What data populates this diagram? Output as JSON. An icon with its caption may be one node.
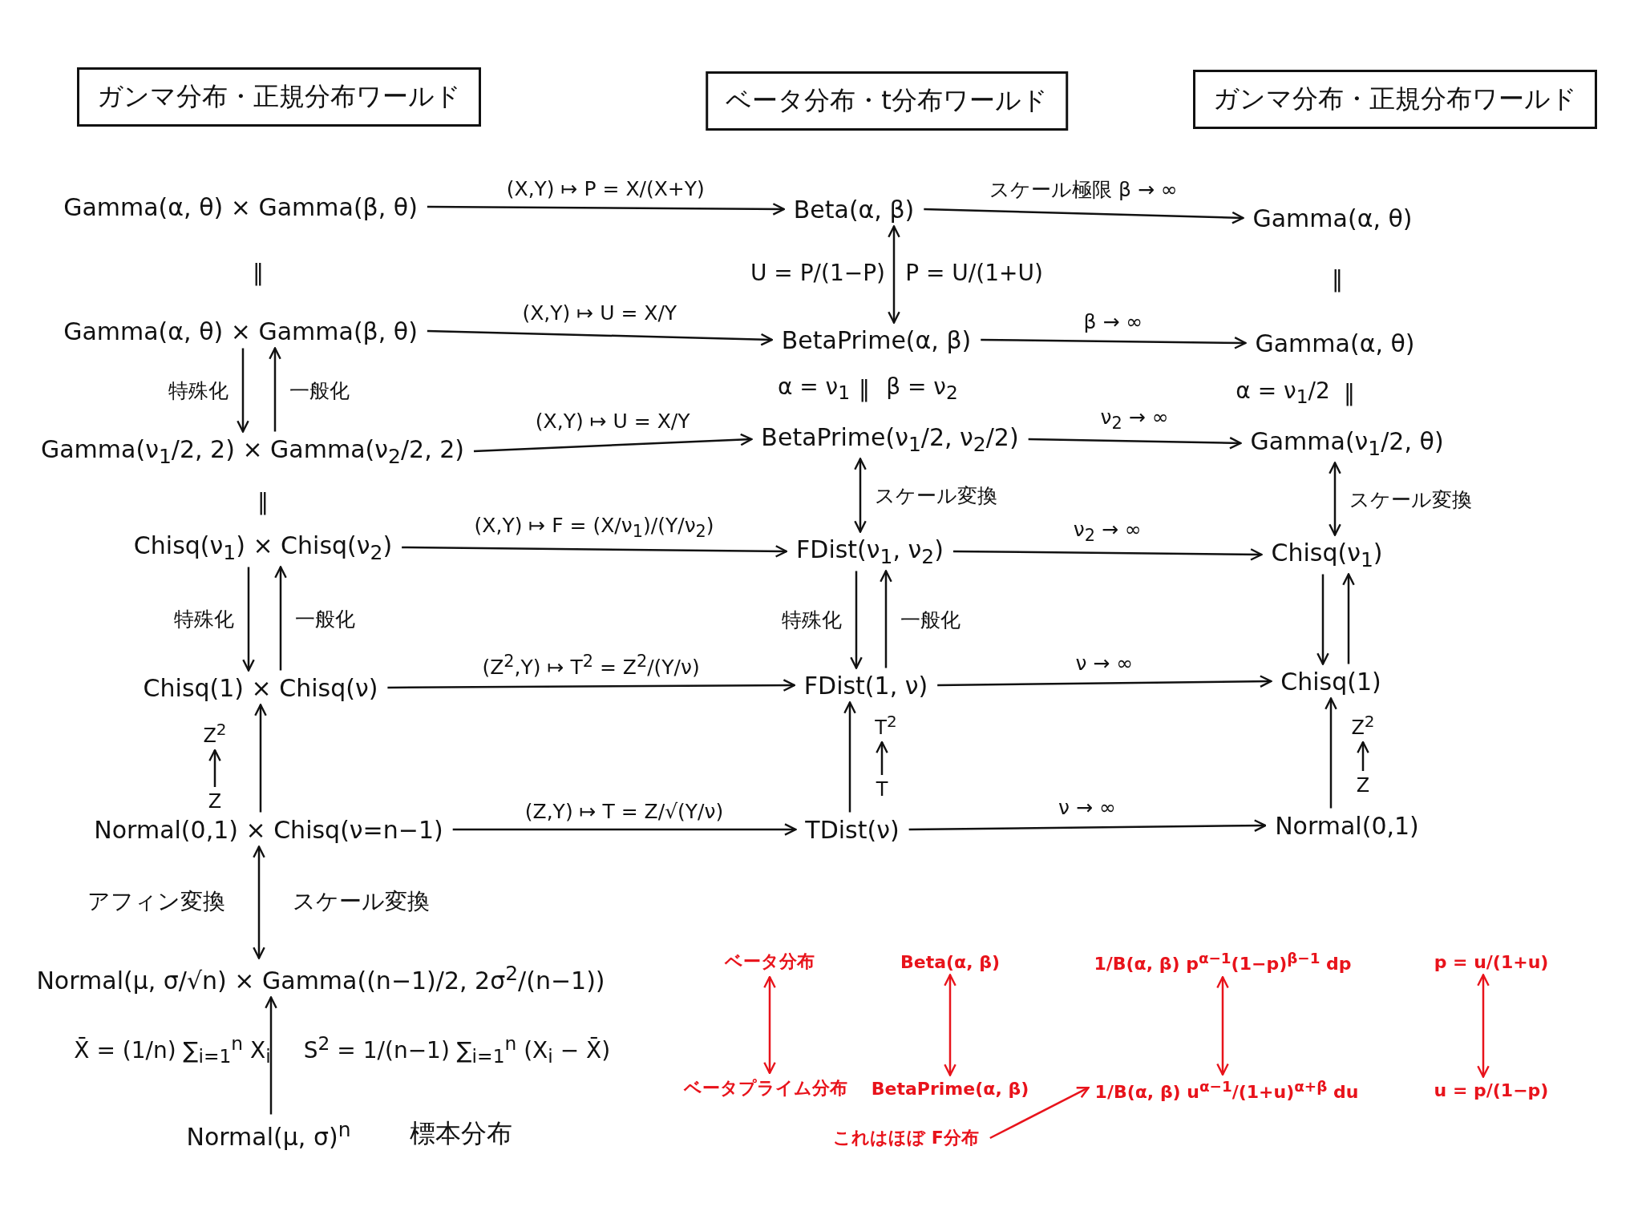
{
  "diagram": {
    "nodes": [
      {
        "text": [
          "ガンマ分布・正規分布ワールド"
        ]
      },
      {
        "text": [
          "ベータ分布・t分布ワールド"
        ]
      },
      {
        "text": [
          "ガンマ分布・正規分布ワールド"
        ]
      },
      {
        "text": [
          "Gamma(α, θ) × Gamma(β, θ)"
        ]
      },
      {
        "text": [
          "Beta(α, β)"
        ]
      },
      {
        "text": [
          "Gamma(α, θ)"
        ]
      },
      {
        "text": [
          "Gamma(α, θ) × Gamma(β, θ)"
        ]
      },
      {
        "text": [
          "BetaPrime(α, β)"
        ]
      },
      {
        "text": [
          "Gamma(α, θ)"
        ]
      },
      {
        "text": [
          "Gamma(ν$_{1}$/2, 2) × Gamma(ν$_{2}$/2, 2)"
        ]
      },
      {
        "text": [
          "BetaPrime(ν$_{1}$/2, ν$_{2}$/2)"
        ]
      },
      {
        "text": [
          "Gamma(ν$_{1}$/2, θ)"
        ]
      },
      {
        "text": [
          "Chisq(ν$_{1}$) × Chisq(ν$_{2}$)"
        ]
      },
      {
        "text": [
          "FDist(ν$_{1}$, ν$_{2}$)"
        ]
      },
      {
        "text": [
          "Chisq(ν$_{1}$)"
        ]
      },
      {
        "text": [
          "Chisq(1) × Chisq(ν)"
        ]
      },
      {
        "text": [
          "FDist(1, ν)"
        ]
      },
      {
        "text": [
          "Chisq(1)"
        ]
      },
      {
        "text": [
          "Normal(0,1) × Chisq(ν=n−1)"
        ]
      },
      {
        "text": [
          "TDist(ν)"
        ]
      },
      {
        "text": [
          "Normal(0,1)"
        ]
      },
      {
        "text": [
          "Normal(μ, σ/√n) × Gamma((n−1)/2, 2σ$^{2}$/(n−1))"
        ]
      },
      {
        "text": [
          "Normal(μ, σ)$^{n}$"
        ],
        "beside": [
          "標本分布"
        ]
      },
      {
        "text": [
          "ベータ分布"
        ]
      },
      {
        "text": [
          "ベータプライム分布"
        ]
      },
      {
        "text": [
          "Beta(α, β)"
        ]
      },
      {
        "text": [
          "BetaPrime(α, β)"
        ]
      },
      {
        "text": [
          "1/B(α, β) p$^{α−1}$(1−p)$^{β−1}$ dp"
        ]
      },
      {
        "text": [
          "1/B(α, β) u$^{α−1}$/(1+u)$^{α+β}$ du"
        ]
      },
      {
        "text": [
          "p = u/(1+u)"
        ]
      },
      {
        "text": [
          "u = p/(1−p)"
        ]
      },
      {
        "text": [
          "これはほぼ F分布"
        ]
      },
      {
        "text": [
          "Z$^{2}$"
        ]
      },
      {
        "text": [
          "Z"
        ]
      },
      {
        "text": [
          "T$^{2}$"
        ]
      },
      {
        "text": [
          "T"
        ]
      },
      {
        "text": [
          "Z$^{2}$"
        ]
      },
      {
        "text": [
          "Z"
        ]
      }
    ],
    "edges": [
      {
        "from": 3,
        "to": 4,
        "arrow": "to",
        "label": "(X,Y) ↦ P = X/(X+Y)"
      },
      {
        "from": 4,
        "to": 5,
        "arrow": "to",
        "label": "スケール極限 β → ∞"
      },
      {
        "from": 4,
        "to": 7,
        "arrow": "both"
      },
      {
        "from": 6,
        "to": 7,
        "arrow": "to",
        "label": "(X,Y) ↦ U = X/Y"
      },
      {
        "from": 7,
        "to": 8,
        "arrow": "to",
        "label": "β → ∞"
      },
      {
        "from": 6,
        "to": 9,
        "arrow": "to",
        "label": "特殊化"
      },
      {
        "from": 9,
        "to": 6,
        "arrow": "to",
        "label": "一般化"
      },
      {
        "from": 9,
        "to": 10,
        "arrow": "to",
        "label": "(X,Y) ↦ U = X/Y"
      },
      {
        "from": 10,
        "to": 11,
        "arrow": "to",
        "label": "ν$_{2}$ → ∞"
      },
      {
        "from": 10,
        "to": 13,
        "arrow": "both",
        "label": "スケール変換"
      },
      {
        "from": 11,
        "to": 14,
        "arrow": "both",
        "label": "スケール変換"
      },
      {
        "from": 12,
        "to": 13,
        "arrow": "to",
        "label": "(X,Y) ↦ F = (X/ν$_{1}$)/(Y/ν$_{2}$)"
      },
      {
        "from": 13,
        "to": 14,
        "arrow": "to",
        "label": "ν$_{2}$ → ∞"
      },
      {
        "from": 12,
        "to": 15,
        "arrow": "to",
        "label": "特殊化"
      },
      {
        "from": 15,
        "to": 12,
        "arrow": "to",
        "label": "一般化"
      },
      {
        "from": 13,
        "to": 16,
        "arrow": "to",
        "label": "特殊化"
      },
      {
        "from": 16,
        "to": 13,
        "arrow": "to",
        "label": "一般化"
      },
      {
        "from": 14,
        "to": 17,
        "arrow": "to"
      },
      {
        "from": 17,
        "to": 14,
        "arrow": "to"
      },
      {
        "from": 15,
        "to": 16,
        "arrow": "to",
        "label": "(Z$^{2}$,Y) ↦ T$^{2}$ = Z$^{2}$/(Y/ν)"
      },
      {
        "from": 16,
        "to": 17,
        "arrow": "to",
        "label": "ν → ∞"
      },
      {
        "from": 18,
        "to": 15,
        "arrow": "to"
      },
      {
        "from": 33,
        "to": 32,
        "arrow": "to"
      },
      {
        "from": 18,
        "to": 19,
        "arrow": "to",
        "label": "(Z,Y) ↦ T = Z/√(Y/ν)"
      },
      {
        "from": 19,
        "to": 16,
        "arrow": "to"
      },
      {
        "from": 35,
        "to": 34,
        "arrow": "to"
      },
      {
        "from": 19,
        "to": 20,
        "arrow": "to",
        "label": "ν → ∞"
      },
      {
        "from": 20,
        "to": 17,
        "arrow": "to"
      },
      {
        "from": 37,
        "to": 36,
        "arrow": "to"
      },
      {
        "from": 18,
        "to": 21,
        "arrow": "both"
      },
      {
        "from": 22,
        "to": 21,
        "arrow": "to"
      },
      {
        "from": 23,
        "to": 24,
        "arrow": "both",
        "color": "#e8131b"
      },
      {
        "from": 25,
        "to": 26,
        "arrow": "both",
        "color": "#e8131b"
      },
      {
        "from": 27,
        "to": 28,
        "arrow": "both",
        "color": "#e8131b"
      },
      {
        "from": 29,
        "to": 30,
        "arrow": "both",
        "color": "#e8131b"
      },
      {
        "from": 31,
        "to": 28,
        "arrow": "to",
        "color": "#e8131b"
      }
    ],
    "labels": [
      "‖",
      "U = P/(1−P)",
      "P = U/(1+U)",
      "‖",
      "α = ν$_{1}$",
      "‖",
      "β = ν$_{2}$",
      "α = ν$_{1}$/2",
      "‖",
      "‖",
      "アフィン変換",
      "スケール変換",
      "X̄ = (1/n) ∑$_{i=1}$$^{n}$ X$_{i}$",
      "S$^{2}$ = 1/(n−1) ∑$_{i=1}$$^{n}$ (X$_{i}$ − X̄)"
    ]
  }
}
